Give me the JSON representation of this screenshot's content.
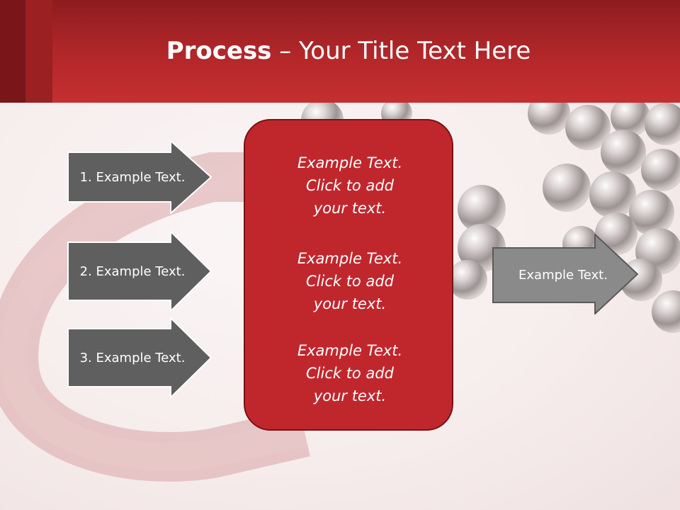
{
  "slide": {
    "title_bold": "Process",
    "title_rest": " – Your Title Text Here"
  },
  "left_arrows": [
    {
      "label": "1. Example Text."
    },
    {
      "label": "2. Example Text."
    },
    {
      "label": "3. Example Text."
    }
  ],
  "center_box": {
    "paragraphs": [
      {
        "line1": "Example Text.",
        "line2": "Click  to add",
        "line3": "your text."
      },
      {
        "line1": "Example Text.",
        "line2": "Click  to add",
        "line3": "your text."
      },
      {
        "line1": "Example Text.",
        "line2": "Click  to add",
        "line3": "your text."
      }
    ]
  },
  "right_arrow": {
    "label": "Example Text."
  },
  "colors": {
    "header_red": "#b3272a",
    "box_red": "#c0272d",
    "arrow_dark_gray": "#5f5f5f",
    "arrow_light_gray": "#8a8a8a"
  }
}
